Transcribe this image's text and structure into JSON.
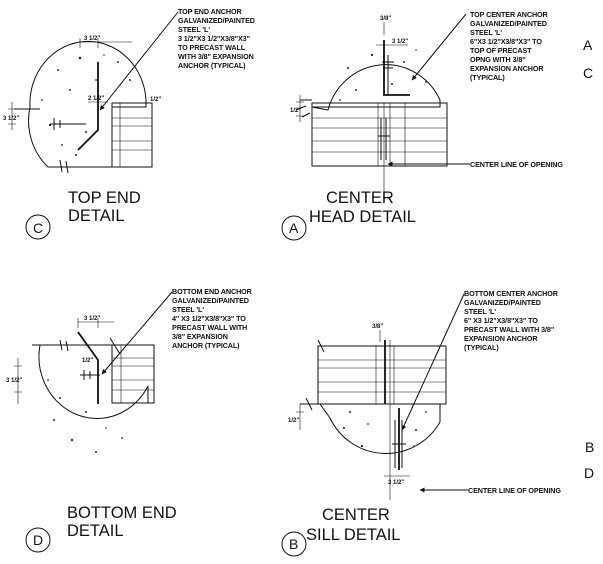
{
  "details": {
    "top_end": {
      "tag": "C",
      "title_1": "TOP END",
      "title_2": "DETAIL",
      "note": [
        "TOP END ANCHOR",
        "GALVANIZED/PAINTED",
        "STEEL 'L'",
        "3 1/2\"X3 1/2\"X3/8\"X3\"",
        "TO PRECAST WALL",
        "WITH 3/8\" EXPANSION",
        "ANCHOR (TYPICAL)"
      ],
      "dims": [
        "3 1/2\"",
        "2 1/2\"",
        "1/2\"",
        "3 1/2\""
      ]
    },
    "center_head": {
      "tag": "A",
      "title_1": "CENTER",
      "title_2": "HEAD DETAIL",
      "note": [
        "TOP CENTER ANCHOR",
        "GALVANIZED/PAINTED",
        "STEEL 'L'",
        "6\"X3 1/2\"X3/8\"X3\" TO",
        "TOP OF PRECAST",
        "OPNG WITH 3/8\"",
        "EXPANSION ANCHOR",
        "(TYPICAL)"
      ],
      "centerline": "CENTER LINE OF OPENING",
      "dims": [
        "3/8\"",
        "3 1/2\"",
        "1/2\""
      ]
    },
    "bottom_end": {
      "tag": "D",
      "title_1": "BOTTOM END",
      "title_2": "DETAIL",
      "note": [
        "BOTTOM END ANCHOR",
        "GALVANIZED/PAINTED",
        "STEEL 'L'",
        "4\" X3 1/2\"X3/8\"X3\" TO",
        "PRECAST WALL WITH",
        "3/8\" EXPANSION",
        "ANCHOR (TYPICAL)"
      ],
      "dims": [
        "3 1/2\"",
        "1/2\"",
        "3 1/2\""
      ]
    },
    "center_sill": {
      "tag": "B",
      "title_1": "CENTER",
      "title_2": "SILL DETAIL",
      "note": [
        "BOTTOM CENTER ANCHOR",
        "GALVANIZED/PAINTED",
        "STEEL 'L'",
        "6\" X3 1/2\"X3/8\"X3\" TO",
        "PRECAST WALL WITH 3/8\"",
        "EXPANSION ANCHOR",
        "(TYPICAL)"
      ],
      "centerline": "CENTER LINE OF OPENING",
      "dims": [
        "3/8\"",
        "3 1/2\"",
        "1/2\""
      ]
    }
  },
  "side_labels": {
    "top": [
      "A",
      "C"
    ],
    "bottom": [
      "B",
      "D"
    ]
  }
}
